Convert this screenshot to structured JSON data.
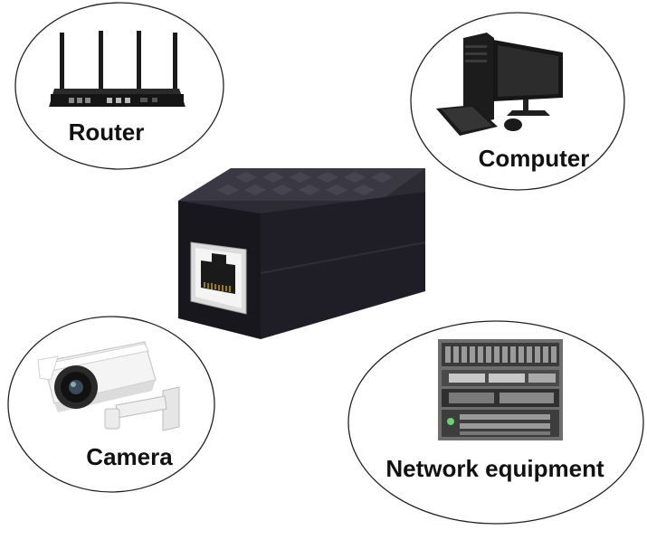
{
  "labels": {
    "router": "Router",
    "computer": "Computer",
    "camera": "Camera",
    "network_equipment": "Network equipment"
  },
  "colors": {
    "background": "#ffffff",
    "outline": "#222222",
    "coupler_body": "#1b1a22",
    "device_dark": "#202020",
    "camera_body": "#f2f2f2"
  },
  "icons": [
    "router-icon",
    "computer-icon",
    "camera-icon",
    "server-rack-icon",
    "rj45-coupler-icon"
  ]
}
